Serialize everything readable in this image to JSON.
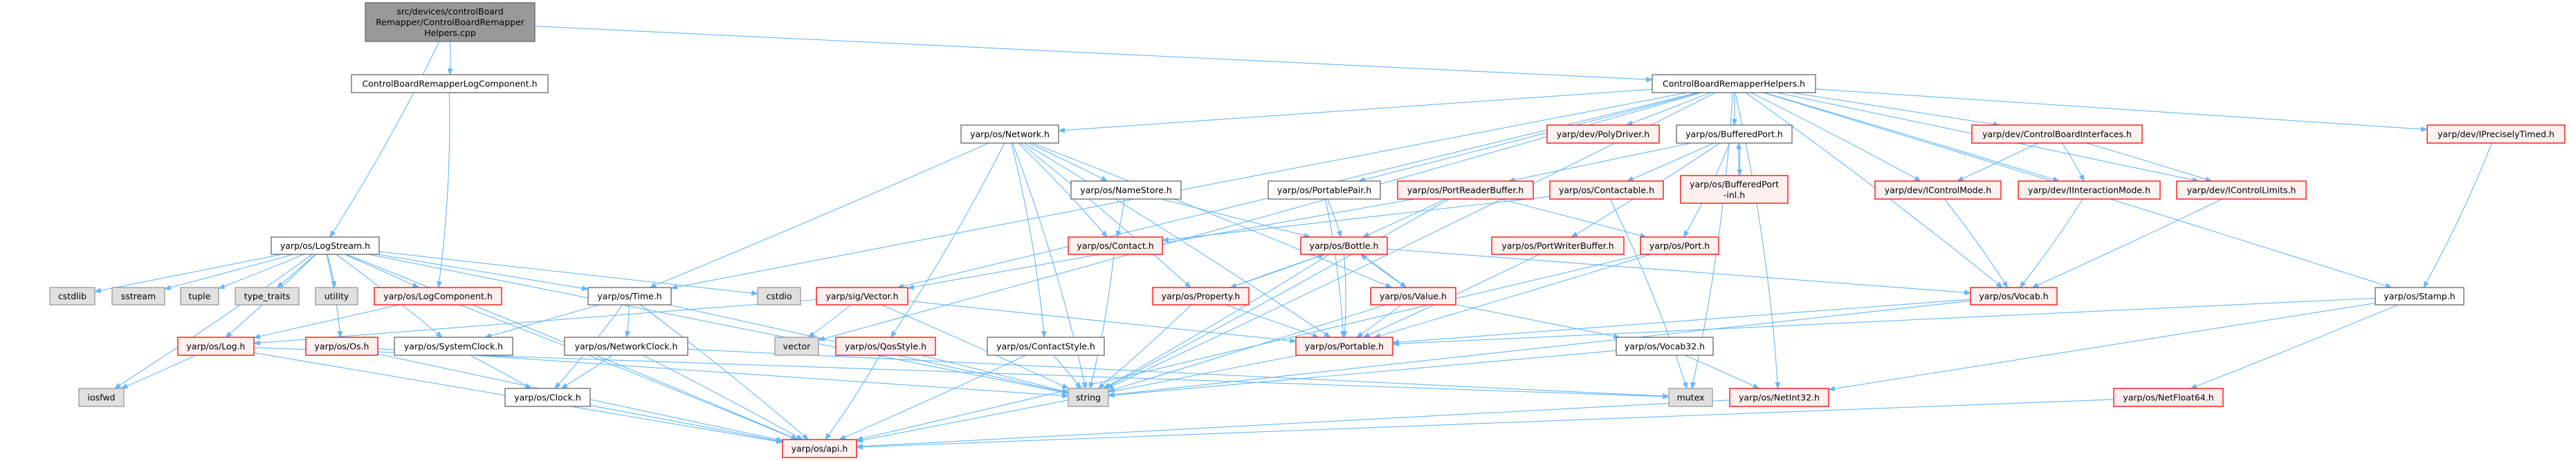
{
  "title": "Include dependency graph for ControlBoardRemapperHelpers.cpp",
  "colors": {
    "edge": "#63b8ff",
    "main_fill": "#999999",
    "red_border": "#ff0000",
    "red_fill": "#fff0f0",
    "sys_fill": "#e0e0e0",
    "sys_border": "#999999",
    "file_border": "#666666"
  },
  "nodes": [
    {
      "id": "main",
      "kind": "main",
      "lines": [
        "src/devices/controlBoard",
        "Remapper/ControlBoardRemapper",
        "Helpers.cpp"
      ]
    },
    {
      "id": "cbrlog",
      "kind": "file",
      "lines": [
        "ControlBoardRemapperLogComponent.h"
      ]
    },
    {
      "id": "helpers",
      "kind": "file",
      "lines": [
        "ControlBoardRemapperHelpers.h"
      ]
    },
    {
      "id": "network",
      "kind": "file",
      "lines": [
        "yarp/os/Network.h"
      ]
    },
    {
      "id": "polydriver",
      "kind": "red",
      "lines": [
        "yarp/dev/PolyDriver.h"
      ]
    },
    {
      "id": "bufferedport",
      "kind": "file",
      "lines": [
        "yarp/os/BufferedPort.h"
      ]
    },
    {
      "id": "cbi",
      "kind": "red",
      "lines": [
        "yarp/dev/ControlBoardInterfaces.h"
      ]
    },
    {
      "id": "iprecisely",
      "kind": "red",
      "lines": [
        "yarp/dev/IPreciselyTimed.h"
      ]
    },
    {
      "id": "namestore",
      "kind": "file",
      "lines": [
        "yarp/os/NameStore.h"
      ]
    },
    {
      "id": "portablepair",
      "kind": "file",
      "lines": [
        "yarp/os/PortablePair.h"
      ]
    },
    {
      "id": "portreaderbuffer",
      "kind": "red",
      "lines": [
        "yarp/os/PortReaderBuffer.h"
      ]
    },
    {
      "id": "contactable",
      "kind": "red",
      "lines": [
        "yarp/os/Contactable.h"
      ]
    },
    {
      "id": "bpinl",
      "kind": "red",
      "lines": [
        "yarp/os/BufferedPort",
        "-inl.h"
      ]
    },
    {
      "id": "icontrolmode",
      "kind": "red",
      "lines": [
        "yarp/dev/IControlMode.h"
      ]
    },
    {
      "id": "iinteraction",
      "kind": "red",
      "lines": [
        "yarp/dev/IInteractionMode.h"
      ]
    },
    {
      "id": "icontrollimits",
      "kind": "red",
      "lines": [
        "yarp/dev/IControlLimits.h"
      ]
    },
    {
      "id": "logstream",
      "kind": "file",
      "lines": [
        "yarp/os/LogStream.h"
      ]
    },
    {
      "id": "contact",
      "kind": "red",
      "lines": [
        "yarp/os/Contact.h"
      ]
    },
    {
      "id": "bottle",
      "kind": "red",
      "lines": [
        "yarp/os/Bottle.h"
      ]
    },
    {
      "id": "portwriterbuffer",
      "kind": "red",
      "lines": [
        "yarp/os/PortWriterBuffer.h"
      ]
    },
    {
      "id": "port",
      "kind": "red",
      "lines": [
        "yarp/os/Port.h"
      ]
    },
    {
      "id": "cstdlib",
      "kind": "sys",
      "lines": [
        "cstdlib"
      ]
    },
    {
      "id": "sstream",
      "kind": "sys",
      "lines": [
        "sstream"
      ]
    },
    {
      "id": "tuple",
      "kind": "sys",
      "lines": [
        "tuple"
      ]
    },
    {
      "id": "type_traits",
      "kind": "sys",
      "lines": [
        "type_traits"
      ]
    },
    {
      "id": "utility",
      "kind": "sys",
      "lines": [
        "utility"
      ]
    },
    {
      "id": "logcomponent",
      "kind": "red",
      "lines": [
        "yarp/os/LogComponent.h"
      ]
    },
    {
      "id": "time",
      "kind": "file",
      "lines": [
        "yarp/os/Time.h"
      ]
    },
    {
      "id": "cstdio",
      "kind": "sys",
      "lines": [
        "cstdio"
      ]
    },
    {
      "id": "sigvector",
      "kind": "red",
      "lines": [
        "yarp/sig/Vector.h"
      ]
    },
    {
      "id": "property",
      "kind": "red",
      "lines": [
        "yarp/os/Property.h"
      ]
    },
    {
      "id": "value",
      "kind": "red",
      "lines": [
        "yarp/os/Value.h"
      ]
    },
    {
      "id": "vocab",
      "kind": "red",
      "lines": [
        "yarp/os/Vocab.h"
      ]
    },
    {
      "id": "stamp",
      "kind": "file",
      "lines": [
        "yarp/os/Stamp.h"
      ]
    },
    {
      "id": "log",
      "kind": "red",
      "lines": [
        "yarp/os/Log.h"
      ]
    },
    {
      "id": "os",
      "kind": "red",
      "lines": [
        "yarp/os/Os.h"
      ]
    },
    {
      "id": "systemclock",
      "kind": "file",
      "lines": [
        "yarp/os/SystemClock.h"
      ]
    },
    {
      "id": "networkclock",
      "kind": "file",
      "lines": [
        "yarp/os/NetworkClock.h"
      ]
    },
    {
      "id": "vector",
      "kind": "sys",
      "lines": [
        "vector"
      ]
    },
    {
      "id": "qosstyle",
      "kind": "red",
      "lines": [
        "yarp/os/QosStyle.h"
      ]
    },
    {
      "id": "contactstyle",
      "kind": "file",
      "lines": [
        "yarp/os/ContactStyle.h"
      ]
    },
    {
      "id": "portable",
      "kind": "red",
      "lines": [
        "yarp/os/Portable.h"
      ]
    },
    {
      "id": "vocab32",
      "kind": "file",
      "lines": [
        "yarp/os/Vocab32.h"
      ]
    },
    {
      "id": "iosfwd",
      "kind": "sys",
      "lines": [
        "iosfwd"
      ]
    },
    {
      "id": "clock",
      "kind": "file",
      "lines": [
        "yarp/os/Clock.h"
      ]
    },
    {
      "id": "string",
      "kind": "sys",
      "lines": [
        "string"
      ]
    },
    {
      "id": "mutex",
      "kind": "sys",
      "lines": [
        "mutex"
      ]
    },
    {
      "id": "netint32",
      "kind": "red",
      "lines": [
        "yarp/os/NetInt32.h"
      ]
    },
    {
      "id": "netfloat64",
      "kind": "red",
      "lines": [
        "yarp/os/NetFloat64.h"
      ]
    },
    {
      "id": "api",
      "kind": "red",
      "lines": [
        "yarp/os/api.h"
      ]
    }
  ],
  "edges": [
    [
      "main",
      "logstream"
    ],
    [
      "main",
      "cbrlog"
    ],
    [
      "main",
      "helpers"
    ],
    [
      "cbrlog",
      "logcomponent"
    ],
    [
      "logstream",
      "cstdlib"
    ],
    [
      "logstream",
      "sstream"
    ],
    [
      "logstream",
      "tuple"
    ],
    [
      "logstream",
      "type_traits"
    ],
    [
      "logstream",
      "utility"
    ],
    [
      "logstream",
      "logcomponent"
    ],
    [
      "logstream",
      "time"
    ],
    [
      "logstream",
      "cstdio"
    ],
    [
      "logstream",
      "log"
    ],
    [
      "logstream",
      "iosfwd"
    ],
    [
      "logstream",
      "os"
    ],
    [
      "logstream",
      "systemclock"
    ],
    [
      "logstream",
      "api"
    ],
    [
      "logstream",
      "string"
    ],
    [
      "logcomponent",
      "log"
    ],
    [
      "logcomponent",
      "api"
    ],
    [
      "time",
      "systemclock"
    ],
    [
      "time",
      "clock"
    ],
    [
      "time",
      "networkclock"
    ],
    [
      "time",
      "api"
    ],
    [
      "time",
      "string"
    ],
    [
      "log",
      "iosfwd"
    ],
    [
      "log",
      "api"
    ],
    [
      "log",
      "mutex"
    ],
    [
      "os",
      "api"
    ],
    [
      "os",
      "string"
    ],
    [
      "systemclock",
      "clock"
    ],
    [
      "networkclock",
      "clock"
    ],
    [
      "networkclock",
      "api"
    ],
    [
      "networkclock",
      "mutex"
    ],
    [
      "clock",
      "api"
    ],
    [
      "sigvector",
      "log"
    ],
    [
      "sigvector",
      "vector"
    ],
    [
      "sigvector",
      "string"
    ],
    [
      "sigvector",
      "portable"
    ],
    [
      "qosstyle",
      "string"
    ],
    [
      "qosstyle",
      "api"
    ],
    [
      "contactstyle",
      "string"
    ],
    [
      "contactstyle",
      "api"
    ],
    [
      "helpers",
      "network"
    ],
    [
      "helpers",
      "polydriver"
    ],
    [
      "helpers",
      "bufferedport"
    ],
    [
      "helpers",
      "cbi"
    ],
    [
      "helpers",
      "icontrolmode"
    ],
    [
      "helpers",
      "iinteraction"
    ],
    [
      "helpers",
      "icontrollimits"
    ],
    [
      "helpers",
      "iprecisely"
    ],
    [
      "helpers",
      "stamp"
    ],
    [
      "helpers",
      "vocab"
    ],
    [
      "helpers",
      "time"
    ],
    [
      "helpers",
      "sigvector"
    ],
    [
      "helpers",
      "vector"
    ],
    [
      "helpers",
      "string"
    ],
    [
      "helpers",
      "portablepair"
    ],
    [
      "helpers",
      "mutex"
    ],
    [
      "helpers",
      "netint32"
    ],
    [
      "network",
      "time"
    ],
    [
      "network",
      "qosstyle"
    ],
    [
      "network",
      "contactstyle"
    ],
    [
      "network",
      "namestore"
    ],
    [
      "network",
      "contact"
    ],
    [
      "network",
      "property"
    ],
    [
      "network",
      "portable"
    ],
    [
      "network",
      "value"
    ],
    [
      "network",
      "string"
    ],
    [
      "namestore",
      "contact"
    ],
    [
      "namestore",
      "bottle"
    ],
    [
      "portablepair",
      "bottle"
    ],
    [
      "portablepair",
      "portable"
    ],
    [
      "portreaderbuffer",
      "bottle"
    ],
    [
      "portreaderbuffer",
      "port"
    ],
    [
      "portreaderbuffer",
      "sigvector"
    ],
    [
      "portreaderbuffer",
      "string"
    ],
    [
      "contactable",
      "contact"
    ],
    [
      "contactable",
      "mutex"
    ],
    [
      "bufferedport",
      "portreaderbuffer"
    ],
    [
      "bufferedport",
      "contactable"
    ],
    [
      "bufferedport",
      "bpinl"
    ],
    [
      "bufferedport",
      "port"
    ],
    [
      "bufferedport",
      "portwriterbuffer"
    ],
    [
      "bpinl",
      "bufferedport"
    ],
    [
      "contact",
      "string"
    ],
    [
      "bottle",
      "property"
    ],
    [
      "bottle",
      "value"
    ],
    [
      "bottle",
      "portable"
    ],
    [
      "bottle",
      "string"
    ],
    [
      "bottle",
      "vocab"
    ],
    [
      "property",
      "bottle"
    ],
    [
      "property",
      "portable"
    ],
    [
      "property",
      "string"
    ],
    [
      "value",
      "bottle"
    ],
    [
      "value",
      "portable"
    ],
    [
      "value",
      "vocab32"
    ],
    [
      "value",
      "string"
    ],
    [
      "portwriterbuffer",
      "portable"
    ],
    [
      "port",
      "portable"
    ],
    [
      "port",
      "api"
    ],
    [
      "portable",
      "api"
    ],
    [
      "vocab32",
      "string"
    ],
    [
      "vocab32",
      "netint32"
    ],
    [
      "vocab",
      "portable"
    ],
    [
      "vocab",
      "string"
    ],
    [
      "cbi",
      "icontrolmode"
    ],
    [
      "cbi",
      "iinteraction"
    ],
    [
      "cbi",
      "icontrollimits"
    ],
    [
      "icontrolmode",
      "vocab"
    ],
    [
      "iinteraction",
      "vocab"
    ],
    [
      "icontrollimits",
      "vocab"
    ],
    [
      "iprecisely",
      "stamp"
    ],
    [
      "stamp",
      "portable"
    ],
    [
      "stamp",
      "netint32"
    ],
    [
      "stamp",
      "netfloat64"
    ],
    [
      "netint32",
      "api"
    ],
    [
      "netfloat64",
      "api"
    ]
  ]
}
